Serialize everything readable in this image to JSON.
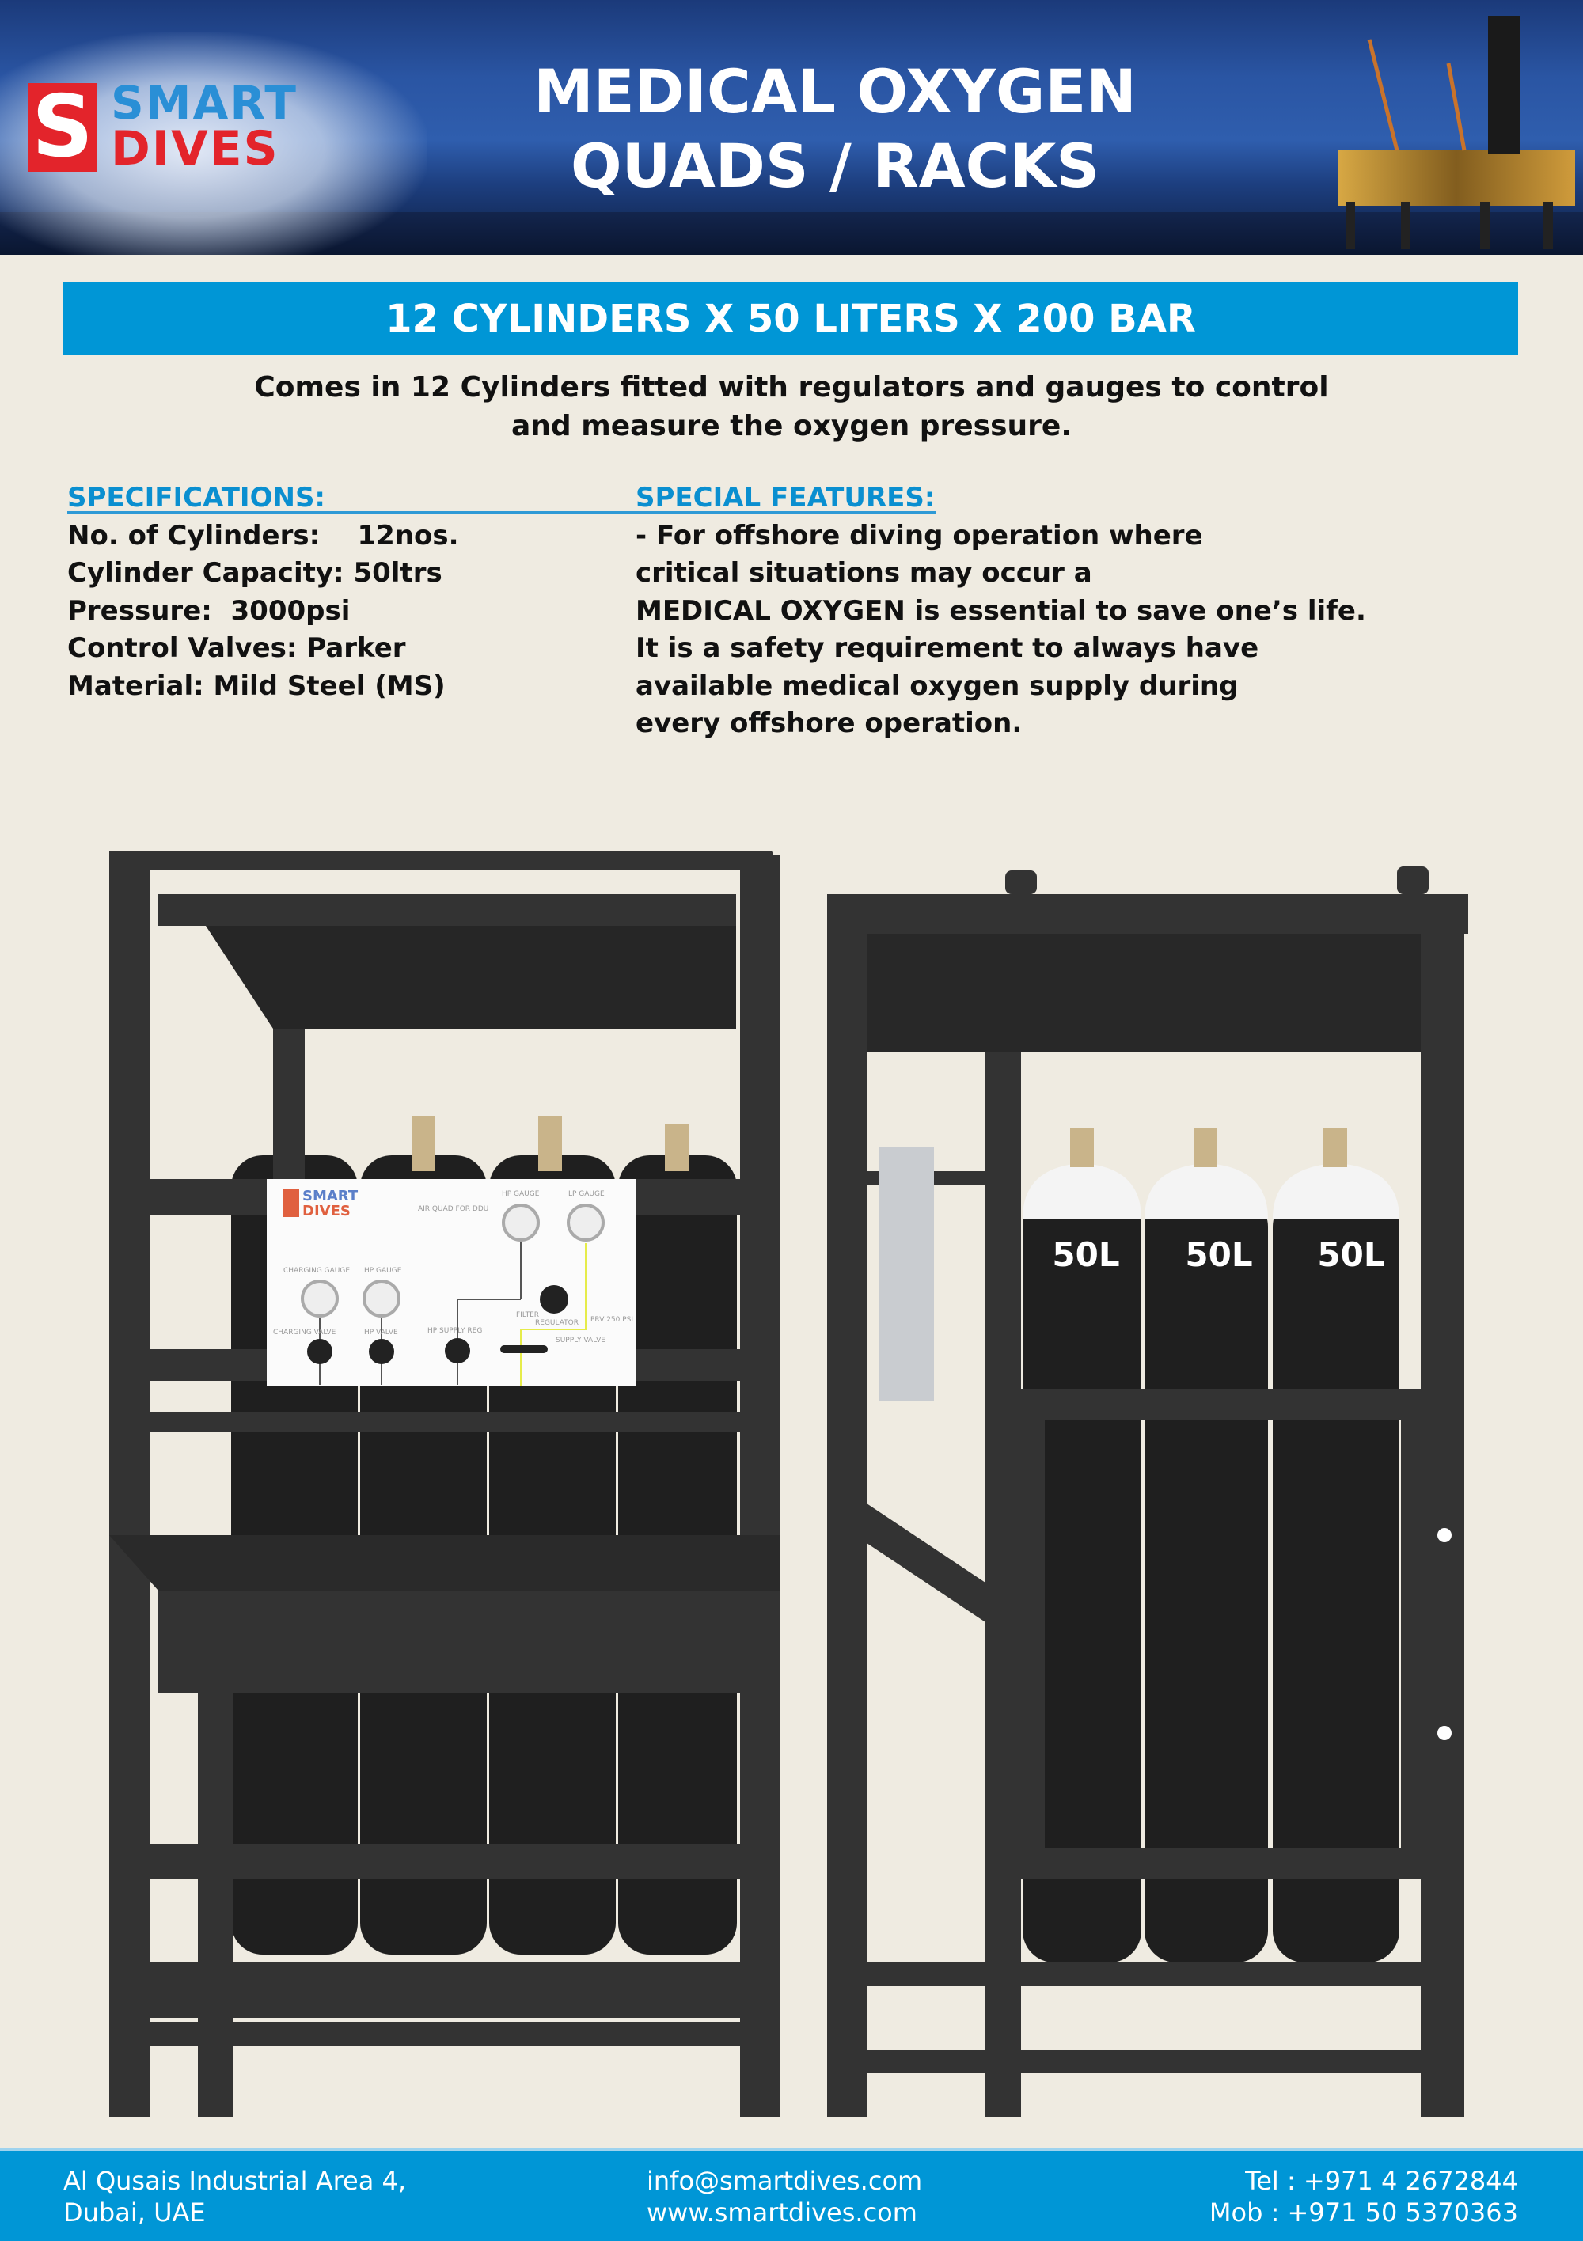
{
  "header": {
    "logo": {
      "letter": "S",
      "line1": "SMART",
      "line2": "DIVES"
    },
    "title_line1": "MEDICAL OXYGEN",
    "title_line2": "QUADS / RACKS"
  },
  "banner": "12 CYLINDERS X 50 LITERS X 200 BAR",
  "intro": {
    "line1": "Comes in 12 Cylinders fitted with regulators and gauges to control",
    "line2": "and measure the oxygen pressure."
  },
  "specifications": {
    "heading": "SPECIFICATIONS:",
    "items": [
      "No. of Cylinders:    12nos.",
      "Cylinder Capacity: 50ltrs",
      "Pressure:  3000psi",
      "Control Valves: Parker",
      "Material: Mild Steel (MS)"
    ]
  },
  "special_features": {
    "heading": "SPECIAL FEATURES:",
    "lines": [
      "- For offshore diving operation where",
      "critical situations may occur a",
      "MEDICAL OXYGEN is essential to save one’s life.",
      "It is a safety requirement to always have",
      "available medical oxygen supply during",
      "every offshore operation."
    ]
  },
  "product_images": {
    "panel_labels": {
      "title": "AIR QUAD FOR DDU",
      "hp_gauge": "HP GAUGE",
      "lp_gauge": "LP GAUGE",
      "charging_gauge": "CHARGING GAUGE",
      "hp_gauge_2": "HP GAUGE",
      "charging_valve": "CHARGING VALVE",
      "hp_valve": "HP VALVE",
      "hp_supply": "HP SUPPLY REG",
      "filter": "FILTER",
      "regulator": "REGULATOR",
      "prv": "PRV 250 PSI",
      "supply_valve": "SUPPLY VALVE"
    },
    "cylinder_label": "50L"
  },
  "footer": {
    "address_line1": "Al Qusais Industrial Area 4,",
    "address_line2": "Dubai, UAE",
    "email": "info@smartdives.com",
    "website": "www.smartdives.com",
    "tel": "Tel : +971 4 2672844",
    "mob": "Mob : +971 50 5370363"
  },
  "colors": {
    "brand_blue": "#0096d6",
    "brand_red": "#e3242b",
    "background": "#efebe1"
  }
}
